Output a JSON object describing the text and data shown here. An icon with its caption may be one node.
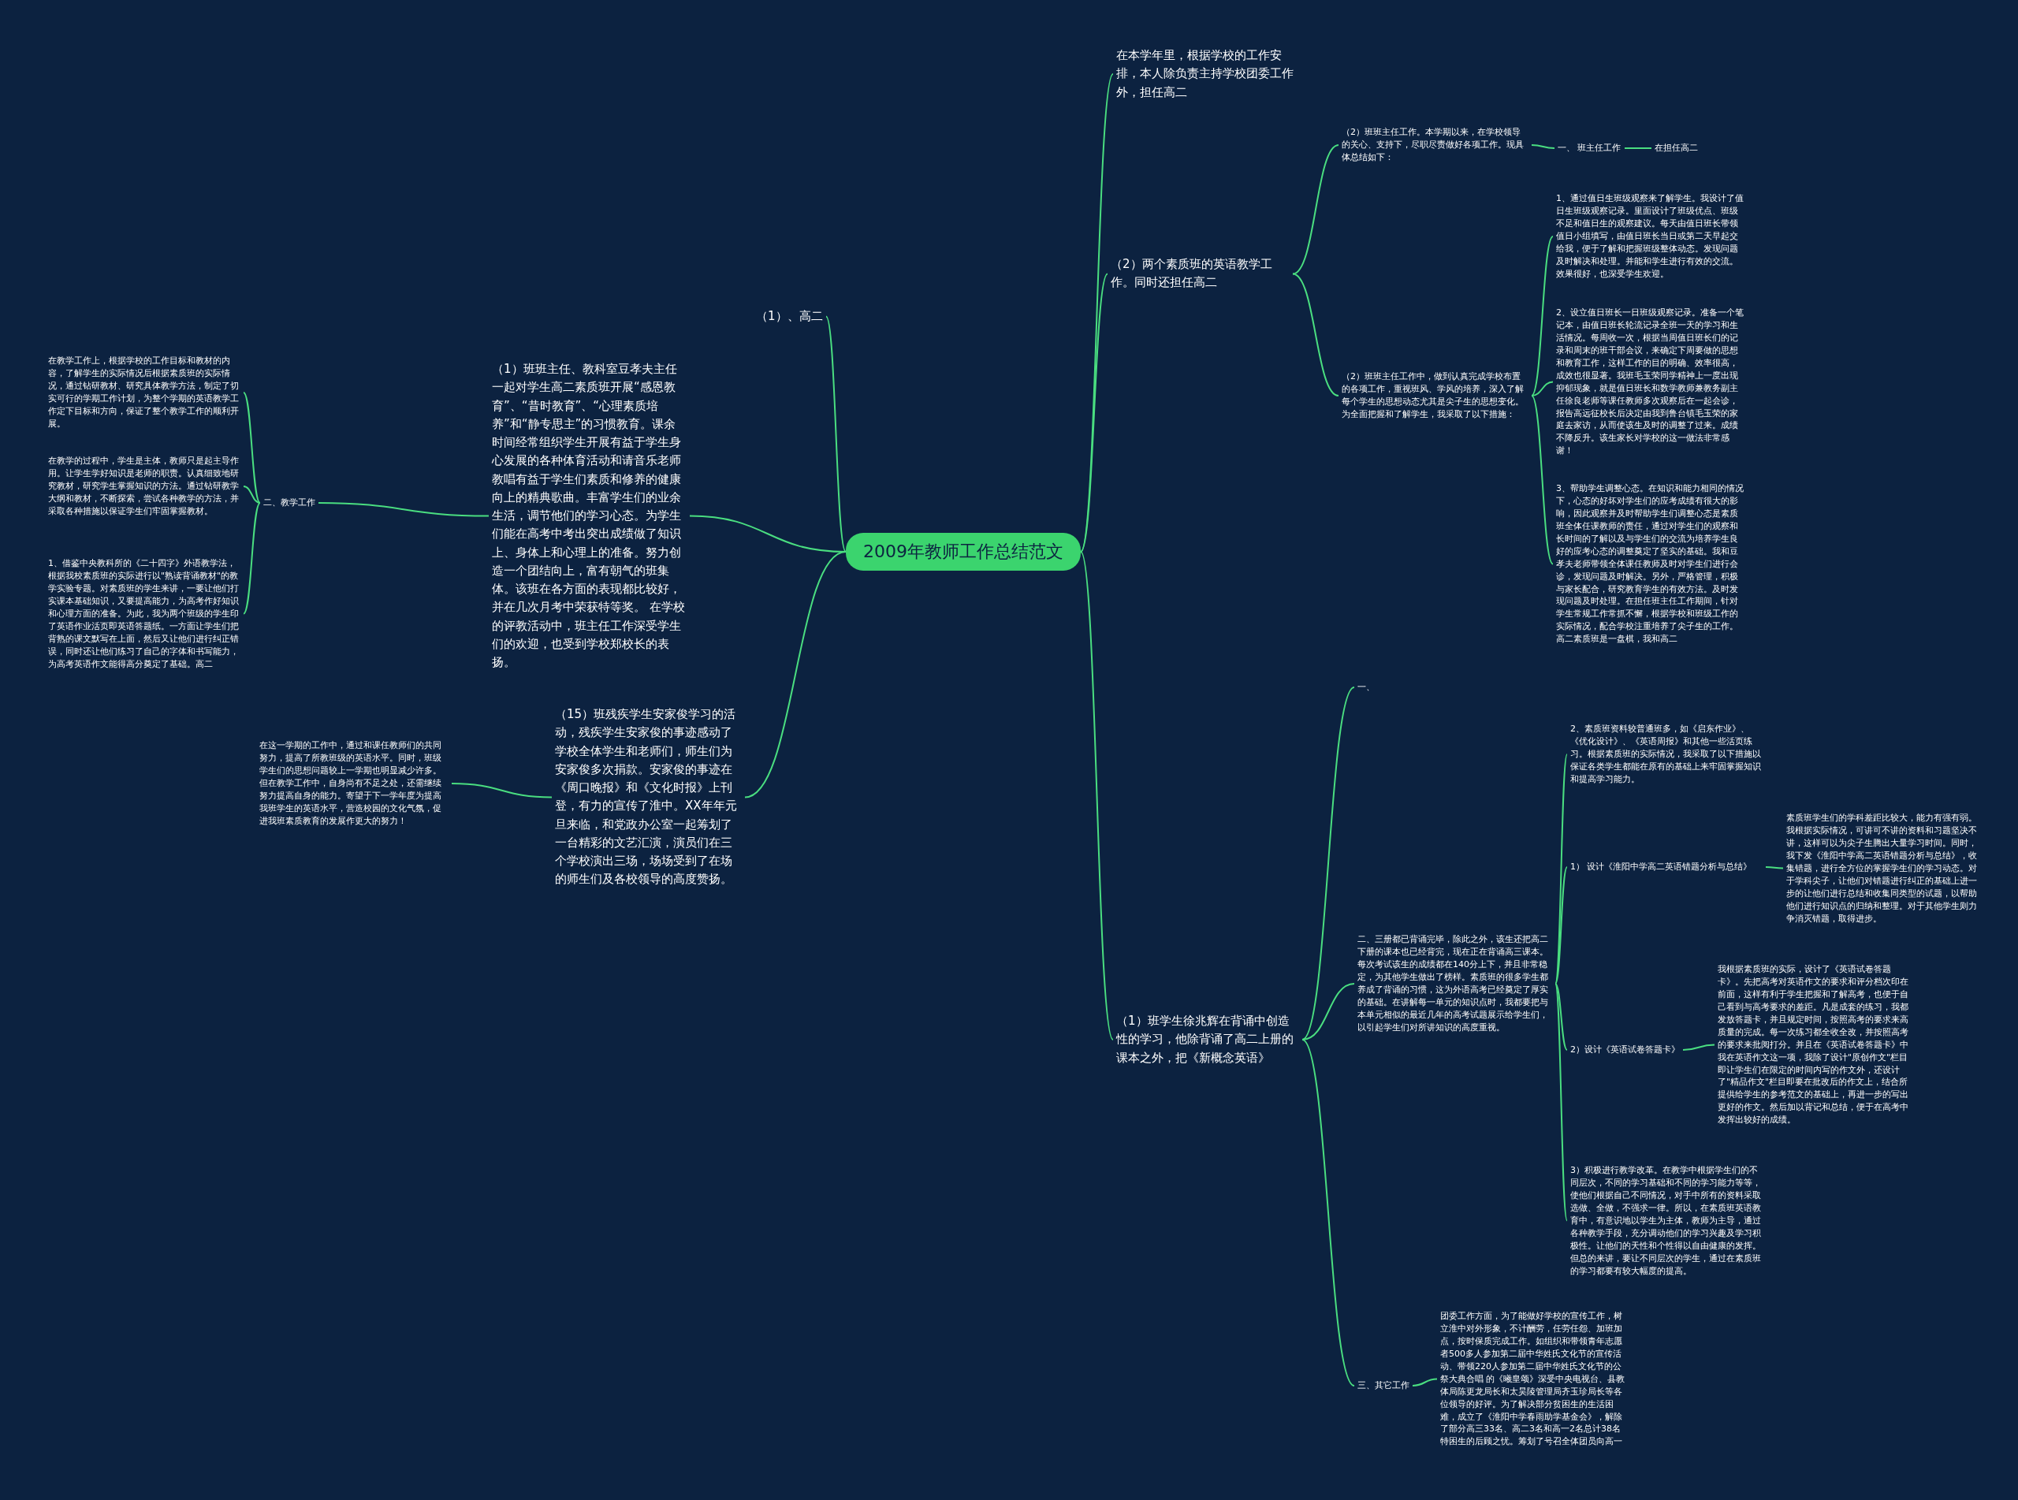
{
  "diagram": {
    "nodes": [
      {
        "text": [
          "2009年教师工作总结范文"
        ]
      },
      {
        "text": [
          "在本学年里，根据学校的工作安排，本人除负责主持学校团委工作外，担任高二"
        ]
      },
      {
        "text": [
          "（2）两个素质班的英语教学工作。同时还担任高二"
        ]
      },
      {
        "text": [
          "（2）班班主任工作。本学期以来，在学校领导的关心、支持下，尽职尽责做好各项工作。现具体总结如下："
        ]
      },
      {
        "text": [
          "一、 班主任工作"
        ]
      },
      {
        "text": [
          "在担任高二"
        ]
      },
      {
        "text": [
          "（2）班班主任工作中，做到认真完成学校布置的各项工作，重视班风、学风的培养，深入了解每个学生的思想动态尤其是尖子生的思想变化。为全面把握和了解学生，我采取了以下措施："
        ]
      },
      {
        "text": [
          "1、通过值日生班级观察来了解学生。我设计了值日生班级观察记录。里面设计了班级优点、班级不足和值日生的观察建议。每天由值日班长带领值日小组填写，由值日班长当日或第二天早起交给我，便于了解和把握班级整体动态。发现问题及时解决和处理。并能和学生进行有效的交流。效果很好，也深受学生欢迎。"
        ]
      },
      {
        "text": [
          "2、设立值日班长一日班级观察记录。准备一个笔记本，由值日班长轮流记录全班一天的学习和生活情况。每周收一次，根据当周值日班长们的记录和周末的班干部会议，来确定下周要做的思想和教育工作，这样工作的目的明确、效率很高，成效也很显著。我班毛玉荣同学精神上一度出现抑郁现象，就是值日班长和数学教师兼教务副主任徐良老师等课任教师多次观察后在一起会诊，报告高远征校长后决定由我到鲁台镇毛玉荣的家庭去家访，从而使该生及时的调整了过来。成绩不降反升。该生家长对学校的这一做法非常感谢！"
        ]
      },
      {
        "text": [
          "3、帮助学生调整心态。在知识和能力相同的情况下，心态的好坏对学生们的应考成绩有很大的影响，因此观察并及时帮助学生们调整心态是素质班全体任课教师的责任，通过对学生们的观察和长时间的了解以及与学生们的交流为培养学生良好的应考心态的调整奠定了坚实的基础。我和豆孝夫老师带领全体课任教师及时对学生们进行会诊，发现问题及时解决。另外，严格管理，积极与家长配合，研究教育学生的有效方法。及时发现问题及时处理。在担任班主任工作期间，针对学生常规工作常抓不懈，根据学校和班级工作的实际情况，配合学校注重培养了尖子生的工作。高二素质班是一盘棋，我和高二"
        ]
      },
      {
        "text": [
          "（1）班学生徐兆辉在背诵中创造性的学习，他除背诵了高二上册的课本之外，把《新概念英语》"
        ]
      },
      {
        "text": [
          "一、"
        ]
      },
      {
        "text": [
          "二、三册都已背诵完毕，除此之外，该生还把高二下册的课本也已经背完，现在正在背诵高三课本。每次考试该生的成绩都在140分上下，并且非常稳定，为其他学生做出了榜样。素质班的很多学生都养成了背诵的习惯，这为外语高考已经奠定了厚实的基础。在讲解每一单元的知识点时，我都要把与本单元相似的最近几年的高考试题展示给学生们，以引起学生们对所讲知识的高度重视。"
        ]
      },
      {
        "text": [
          "2、素质班资料较普通班多，如《启东作业》、《优化设计》、《英语周报》和其他一些活页练习。根据素质班的实际情况，我采取了以下措施以保证各类学生都能在原有的基础上来牢固掌握知识和提高学习能力。"
        ]
      },
      {
        "text": [
          "1） 设计《淮阳中学高二英语错题分析与总结》"
        ]
      },
      {
        "text": [
          "素质班学生们的学科差距比较大，能力有强有弱。我根据实际情况，可讲可不讲的资料和习题坚决不讲，这样可以为尖子生腾出大量学习时间。同时，我下发《淮阳中学高二英语错题分析与总结》，收集错题，进行全方位的掌握学生们的学习动态。对于学科尖子，让他们对错题进行纠正的基础上进一步的让他们进行总结和收集同类型的试题，以帮助他们进行知识点的归纳和整理。对于其他学生则力争消灭错题，取得进步。"
        ]
      },
      {
        "text": [
          "2）设计《英语试卷答题卡》"
        ]
      },
      {
        "text": [
          "我根据素质班的实际，设计了《英语试卷答题卡》。先把高考对英语作文的要求和评分档次印在前面，这样有利于学生把握和了解高考，也便于自己看到与高考要求的差距。凡是成套的练习，我都发放答题卡，并且规定时间，按照高考的要求来高质量的完成。每一次练习都全收全改，并按照高考的要求来批阅打分。并且在《英语试卷答题卡》中我在英语作文这一项，我除了设计\"原创作文\"栏目即让学生们在限定的时间内写的作文外，还设计了\"精品作文\"栏目即要在批改后的作文上，结合所提供给学生的参考范文的基础上，再进一步的写出更好的作文。然后加以背记和总结，便于在高考中发挥出较好的成绩。"
        ]
      },
      {
        "text": [
          "3）积极进行教学改革。在教学中根据学生们的不同层次，不同的学习基础和不同的学习能力等等，使他们根据自己不同情况，对手中所有的资料采取选做、全做，不强求一律。所以，在素质班英语教育中，有意识地以学生为主体，教师为主导，通过各种教学手段，充分调动他们的学习兴趣及学习积极性。让他们的天性和个性得以自由健康的发挥。但总的来讲，要让不同层次的学生，通过在素质班的学习都要有较大幅度的提高。"
        ]
      },
      {
        "text": [
          "三、其它工作"
        ]
      },
      {
        "text": [
          "团委工作方面，为了能做好学校的宣传工作，树立淮中对外形象，不计酬劳，任劳任怨、加班加点，按时保质完成工作。如组织和带领青年志愿者500多人参加第二届中华姓氏文化节的宣传活动、带领220人参加第二届中华姓氏文化节的公祭大典合唱 的《曦皇颂》深受中央电视台、县教体局陈更龙局长和太昊陵管理局齐玉珍局长等各位领导的好评。为了解决部分贫困生的生活困难，成立了《淮阳中学春雨助学基金会》，解除了部分高三33名、高二3名和高一2名总计38名特困生的后顾之忧。筹划了号召全体团员向高一"
        ]
      },
      {
        "text": [
          "（1）、高二"
        ]
      },
      {
        "text": [
          "（1）班班主任、教科室豆孝夫主任一起对学生高二素质班开展“感恩教育”、“昔时教育”、“心理素质培养”和“静专思主”的习惯教育。课余时间经常组织学生开展有益于学生身心发展的各种体育活动和请音乐老师教唱有益于学生们素质和修养的健康向上的精典歌曲。丰富学生们的业余生活，调节他们的学习心态。为学生们能在高考中考出突出成绩做了知识上、身体上和心理上的准备。努力创造一个团结向上，富有朝气的班集体。该班在各方面的表现都比较好，并在几次月考中荣获特等奖。 在学校的评教活动中，班主任工作深受学生们的欢迎，也受到学校郑校长的表扬。"
        ]
      },
      {
        "text": [
          "二、教学工作"
        ]
      },
      {
        "text": [
          "在教学工作上，根据学校的工作目标和教材的内容，了解学生的实际情况后根据素质班的实际情况，通过钻研教材、研究具体教学方法，制定了切实可行的学期工作计划，为整个学期的英语教学工作定下目标和方向，保证了整个教学工作的顺利开展。"
        ]
      },
      {
        "text": [
          "在教学的过程中，学生是主体，教师只是起主导作用。让学生学好知识是老师的职责。认真细致地研究教材，研究学生掌握知识的方法。通过钻研教学大纲和教材，不断探索，尝试各种教学的方法，并采取各种措施以保证学生们牢固掌握教材。"
        ]
      },
      {
        "text": [
          "1、借鉴中央教科所的《二十四字》外语教学法，根据我校素质班的实际进行以\"熟读背诵教材\"的教学实验专题。对素质班的学生来讲，一要让他们打实课本基础知识，又要提高能力，为高考作好知识和心理方面的准备。为此，我为两个班级的学生印了英语作业活页即英语答题纸。一方面让学生们把背熟的课文默写在上面，然后又让他们进行纠正错误，同时还让他们练习了自己的字体和书写能力，为高考英语作文能得高分奠定了基础。高二"
        ]
      },
      {
        "text": [
          "（15）班残疾学生安家俊学习的活动，残疾学生安家俊的事迹感动了学校全体学生和老师们，师生们为安家俊多次捐款。安家俊的事迹在《周口晚报》和《文化时报》上刊登，有力的宣传了淮中。XX年年元旦来临，和党政办公室一起筹划了一台精彩的文艺汇演，演员们在三个学校演出三场，场场受到了在场的师生们及各校领导的高度赞扬。"
        ]
      },
      {
        "text": [
          "在这一学期的工作中，通过和课任教师们的共同努力，提高了所教班级的英语水平。同时，班级学生们的思想问题较上一学期也明显减少许多。但在教学工作中，自身尚有不足之处，还需继续努力提高自身的能力。寄望于下一学年度为提高我班学生的英语水平，营造校园的文化气氛，促进我班素质教育的发展作更大的努力！"
        ]
      }
    ],
    "edges": [
      {
        "from": 0,
        "to": 1,
        "arrow": "none"
      },
      {
        "from": 0,
        "to": 2,
        "arrow": "none"
      },
      {
        "from": 0,
        "to": 10,
        "arrow": "none"
      },
      {
        "from": 0,
        "to": 21,
        "arrow": "none"
      },
      {
        "from": 0,
        "to": 22,
        "arrow": "none"
      },
      {
        "from": 0,
        "to": 27,
        "arrow": "none"
      },
      {
        "from": 2,
        "to": 3,
        "arrow": "none"
      },
      {
        "from": 2,
        "to": 6,
        "arrow": "none"
      },
      {
        "from": 3,
        "to": 4,
        "arrow": "none"
      },
      {
        "from": 4,
        "to": 5,
        "arrow": "none"
      },
      {
        "from": 6,
        "to": 7,
        "arrow": "none"
      },
      {
        "from": 6,
        "to": 8,
        "arrow": "none"
      },
      {
        "from": 6,
        "to": 9,
        "arrow": "none"
      },
      {
        "from": 10,
        "to": 11,
        "arrow": "none"
      },
      {
        "from": 10,
        "to": 12,
        "arrow": "none"
      },
      {
        "from": 10,
        "to": 19,
        "arrow": "none"
      },
      {
        "from": 12,
        "to": 13,
        "arrow": "none"
      },
      {
        "from": 12,
        "to": 14,
        "arrow": "none"
      },
      {
        "from": 12,
        "to": 16,
        "arrow": "none"
      },
      {
        "from": 12,
        "to": 18,
        "arrow": "none"
      },
      {
        "from": 14,
        "to": 15,
        "arrow": "none"
      },
      {
        "from": 16,
        "to": 17,
        "arrow": "none"
      },
      {
        "from": 19,
        "to": 20,
        "arrow": "none"
      },
      {
        "from": 22,
        "to": 23,
        "arrow": "none"
      },
      {
        "from": 23,
        "to": 24,
        "arrow": "none"
      },
      {
        "from": 23,
        "to": 25,
        "arrow": "none"
      },
      {
        "from": 23,
        "to": 26,
        "arrow": "none"
      },
      {
        "from": 27,
        "to": 28,
        "arrow": "none"
      }
    ]
  }
}
